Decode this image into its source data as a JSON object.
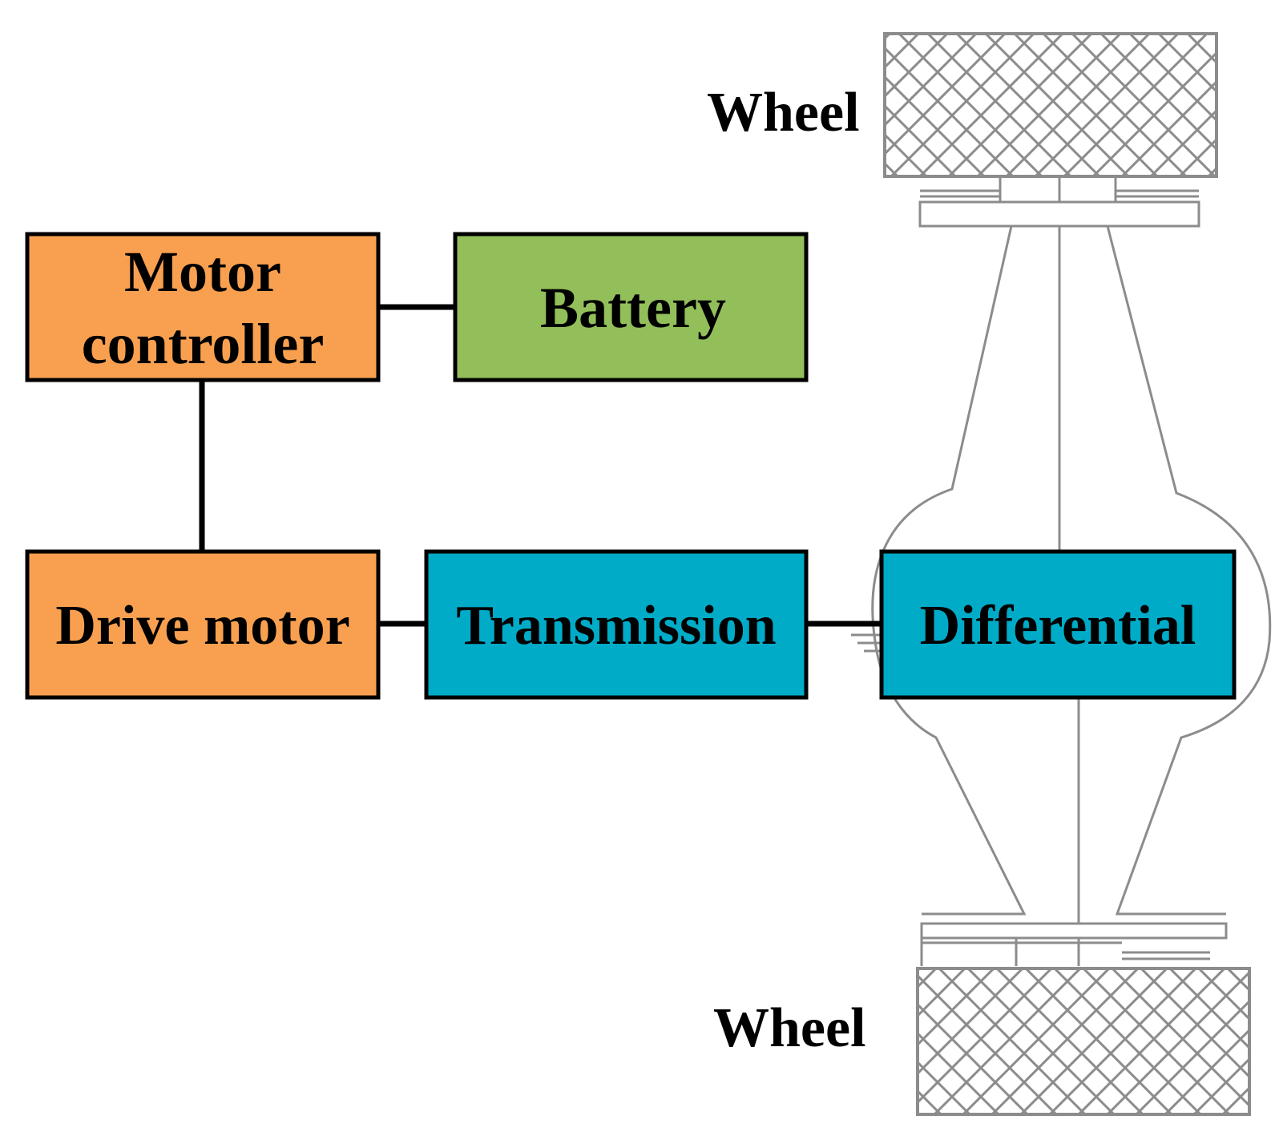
{
  "colors": {
    "orange": "#f9a050",
    "green": "#93bf5a",
    "teal": "#00abc8",
    "mechanical_gray": "#8c8c8c"
  },
  "boxes": {
    "motor_controller": {
      "line1": "Motor",
      "line2": "controller"
    },
    "battery": {
      "label": "Battery"
    },
    "drive_motor": {
      "label": "Drive motor"
    },
    "transmission": {
      "label": "Transmission"
    },
    "differential": {
      "label": "Differential"
    }
  },
  "wheels": {
    "top_label": "Wheel",
    "bottom_label": "Wheel"
  }
}
